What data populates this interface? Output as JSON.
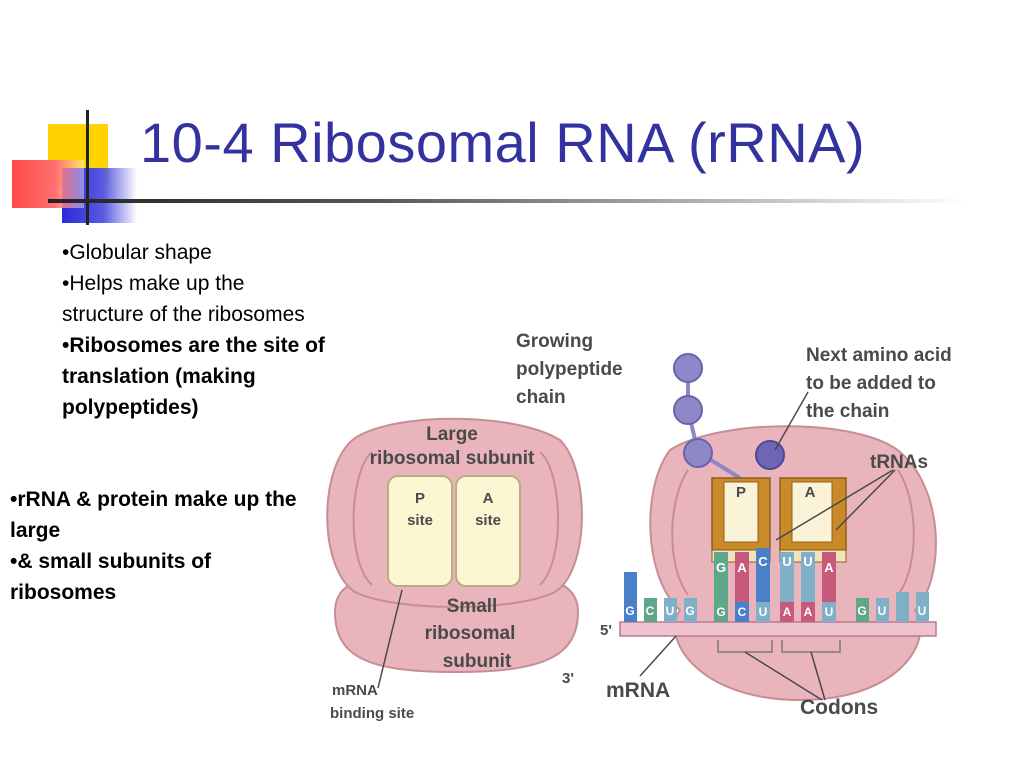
{
  "slide": {
    "title": "10-4 Ribosomal RNA (rRNA)",
    "bullets_level1": [
      "•Globular shape",
      "•Helps make up the structure of the ribosomes",
      "•Ribosomes are the site of translation (making polypeptides)"
    ],
    "bullets_level0": [
      "•rRNA & protein make up the large",
      "•& small subunits of ribosomes"
    ]
  },
  "figure": {
    "left": {
      "large_subunit": [
        "Large",
        "ribosomal subunit"
      ],
      "p_site": [
        "P",
        "site"
      ],
      "a_site": [
        "A",
        "site"
      ],
      "small_subunit": [
        "Small",
        "ribosomal",
        "subunit"
      ],
      "mrna_binding": [
        "mRNA",
        "binding site"
      ],
      "three_prime": "3'"
    },
    "right": {
      "growing_chain": [
        "Growing",
        "polypeptide",
        "chain"
      ],
      "next_amino": [
        "Next amino acid",
        "to be added to",
        "the chain"
      ],
      "trnas": "tRNAs",
      "p": "P",
      "a": "A",
      "anticodons": [
        "G",
        "A",
        "C",
        "U",
        "U",
        "A"
      ],
      "codons": [
        "G",
        "C",
        "U",
        "G",
        "C",
        "U",
        "G",
        "A",
        "A",
        "U",
        "G",
        "U",
        "U"
      ],
      "five_prime": "5'",
      "mrna": "mRNA",
      "codons_label": "Codons"
    }
  },
  "colors": {
    "title": "#3333a0",
    "ribosome_pink": "#e9b4bb",
    "site_cream": "#fdf6d2",
    "trna_gold": "#c98a2a",
    "amino_purple": "#8f88c8"
  }
}
